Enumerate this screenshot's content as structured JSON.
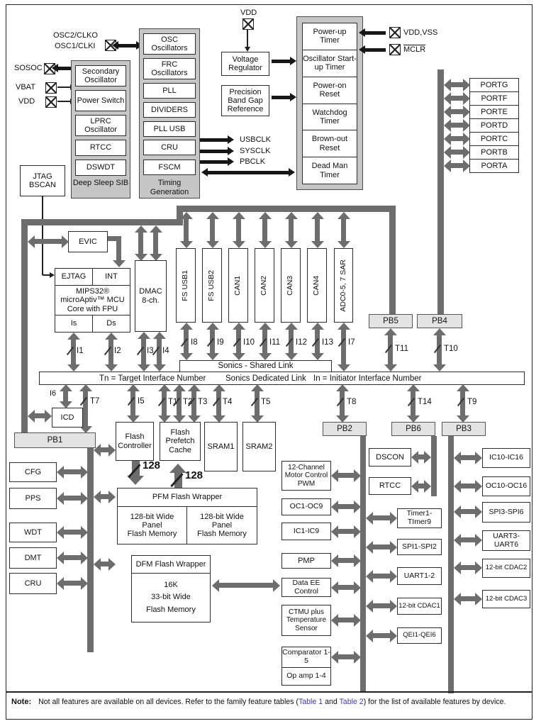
{
  "pins": {
    "osc2": "OSC2/CLKO",
    "osc1": "OSC1/CLKI",
    "sosoc": "SOSOC",
    "vbat": "VBAT",
    "vdd_left": "VDD",
    "vdd_top": "VDD",
    "vdd_vss": "VDD,VSS",
    "mclr": "MCLR"
  },
  "deep_sleep": {
    "group_label": "Deep Sleep SIB",
    "secondary_osc": "Secondary Oscillator",
    "power_switch": "Power Switch",
    "lprc": "LPRC Oscillator",
    "rtcc": "RTCC",
    "dswdt": "DSWDT"
  },
  "timing": {
    "group_label": "Timing Generation",
    "osc": "OSC Oscillators",
    "frc": "FRC Oscillators",
    "pll": "PLL",
    "dividers": "DIVIDERS",
    "pll_usb": "PLL USB",
    "cru": "CRU",
    "fscm": "FSCM"
  },
  "clocks": {
    "usbclk": "USBCLK",
    "sysclk": "SYSCLK",
    "pbclk": "PBCLK"
  },
  "power": {
    "voltage_regulator": "Voltage Regulator",
    "band_gap": "Precision Band Gap Reference"
  },
  "resets": {
    "items": [
      "Power-up Timer",
      "Oscillator Start-up Timer",
      "Power-on Reset",
      "Watchdog Timer",
      "Brown-out Reset",
      "Dead Man Timer"
    ]
  },
  "ports": {
    "items": [
      "PORTG",
      "PORTF",
      "PORTE",
      "PORTD",
      "PORTC",
      "PORTB",
      "PORTA"
    ]
  },
  "jtag": {
    "label": "JTAG BSCAN"
  },
  "core": {
    "evic": "EVIC",
    "ejtag": "EJTAG",
    "int": "INT",
    "name_lines": [
      "MIPS32®",
      "microAptiv™ MCU",
      "Core with FPU"
    ],
    "is": "Is",
    "ds": "Ds",
    "dmac": "DMAC 8-ch.",
    "icd": "ICD"
  },
  "peripheral_blocks": {
    "items": [
      "FS USB1",
      "FS USB2",
      "CAN1",
      "CAN2",
      "CAN3",
      "CAN4",
      "ADC0-5, 7 SAR"
    ]
  },
  "sonics": {
    "shared": "Sonics - Shared Link",
    "tn_legend": "Tn = Target Interface Number",
    "dedicated": "Sonics Dedicated Link",
    "in_legend": "In = Initiator Interface Number"
  },
  "iface": {
    "i1": "I1",
    "i2": "I2",
    "i3": "I3",
    "i4": "I4",
    "i5": "I5",
    "i6": "I6",
    "i7": "I7",
    "i8": "I8",
    "i9": "I9",
    "i10": "I10",
    "i11": "I11",
    "i12": "I12",
    "i13": "I13",
    "t1": "T1",
    "t2": "T2",
    "t3": "T3",
    "t4": "T4",
    "t5": "T5",
    "t7": "T7",
    "t8": "T8",
    "t9": "T9",
    "t10": "T10",
    "t11": "T11",
    "t14": "T14"
  },
  "pb": {
    "pb1": "PB1",
    "pb2": "PB2",
    "pb3": "PB3",
    "pb4": "PB4",
    "pb5": "PB5",
    "pb6": "PB6"
  },
  "flash": {
    "controller": "Flash Controller",
    "prefetch": "Flash Prefetch Cache",
    "sram1": "SRAM1",
    "sram2": "SRAM2",
    "width_down": "128",
    "width_up": "128",
    "pfm_header": "PFM Flash Wrapper",
    "panel_lines": [
      "128-bit Wide",
      "Panel",
      "Flash Memory"
    ],
    "dfm_header": "DFM Flash Wrapper",
    "dfm_lines": [
      "16K",
      "33-bit Wide",
      "Flash Memory"
    ]
  },
  "left_regs": {
    "items": [
      "CFG",
      "PPS",
      "WDT",
      "DMT",
      "CRU"
    ]
  },
  "mid_periphs": {
    "items": [
      "12-Channel Motor Control PWM",
      "OC1-OC9",
      "IC1-IC9",
      "PMP",
      "Data EE Control",
      "CTMU plus Temperature Sensor",
      "Comparator 1-5",
      "Op amp 1-4"
    ]
  },
  "pb6_periphs": {
    "items": [
      "DSCON",
      "RTCC"
    ]
  },
  "pb2_periphs": {
    "items": [
      "Timer1-TImer9",
      "SPI1-SPI2",
      "UART1-2",
      "12-bit CDAC1",
      "QEI1-QEI6"
    ]
  },
  "pb3_periphs": {
    "items": [
      "IC10-IC16",
      "OC10-OC16",
      "SPI3-SPI6",
      "UART3-UART6",
      "12-bit CDAC2",
      "12-bit CDAC3"
    ]
  },
  "note": {
    "label": "Note:",
    "text_before": "Not all features are available on all devices. Refer to the family feature tables (",
    "link1": "Table 1",
    "text_mid": " and ",
    "link2": "Table 2",
    "text_after": ") for the list of available features by device."
  }
}
